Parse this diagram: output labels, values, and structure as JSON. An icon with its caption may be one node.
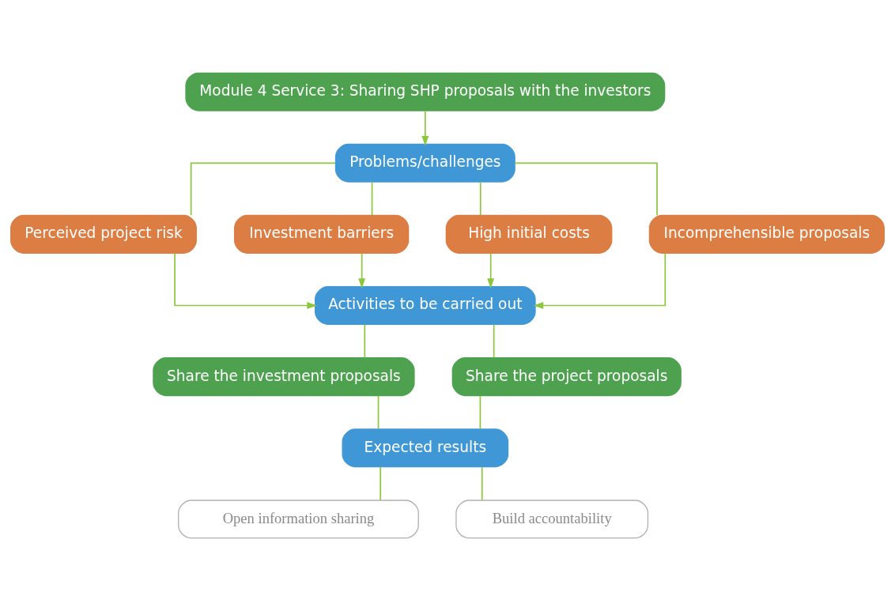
{
  "diagram": {
    "nodes": [
      {
        "text": [
          "Module 4 Service 3: Sharing SHP proposals with the investors"
        ]
      },
      {
        "text": [
          "Problems/challenges"
        ]
      },
      {
        "text": [
          "Perceived project risk"
        ]
      },
      {
        "text": [
          "Investment barriers"
        ]
      },
      {
        "text": [
          "High initial costs"
        ]
      },
      {
        "text": [
          "Incomprehensible proposals"
        ]
      },
      {
        "text": [
          "Activities to be carried out"
        ]
      },
      {
        "text": [
          "Share the investment proposals"
        ]
      },
      {
        "text": [
          "Share the project proposals"
        ]
      },
      {
        "text": [
          "Expected results"
        ]
      },
      {
        "text": [
          "Open information sharing"
        ]
      },
      {
        "text": [
          "Build accountability"
        ]
      }
    ],
    "edges": [
      {
        "from": 0,
        "to": 1,
        "arrow": "to"
      },
      {
        "from": 1,
        "to": 2,
        "arrow": "none"
      },
      {
        "from": 1,
        "to": 3,
        "arrow": "none"
      },
      {
        "from": 1,
        "to": 4,
        "arrow": "none"
      },
      {
        "from": 1,
        "to": 5,
        "arrow": "none"
      },
      {
        "from": 2,
        "to": 6,
        "arrow": "to"
      },
      {
        "from": 3,
        "to": 6,
        "arrow": "to"
      },
      {
        "from": 4,
        "to": 6,
        "arrow": "to"
      },
      {
        "from": 5,
        "to": 6,
        "arrow": "to"
      },
      {
        "from": 6,
        "to": 7,
        "arrow": "none"
      },
      {
        "from": 6,
        "to": 8,
        "arrow": "none"
      },
      {
        "from": 7,
        "to": 9,
        "arrow": "none"
      },
      {
        "from": 8,
        "to": 9,
        "arrow": "none"
      },
      {
        "from": 9,
        "to": 10,
        "arrow": "none"
      },
      {
        "from": 9,
        "to": 11,
        "arrow": "none"
      }
    ]
  }
}
